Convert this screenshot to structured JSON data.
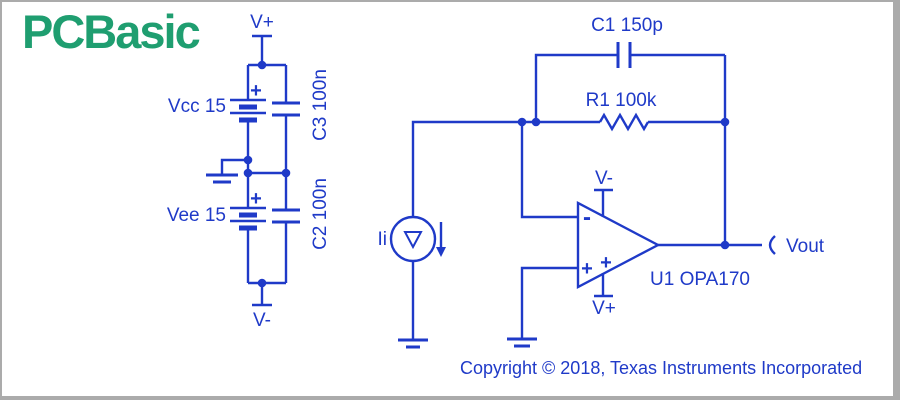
{
  "colors": {
    "wire_blue": "#1F3AC8",
    "logo_green": "#1F9E70",
    "frame_gray": "#ABABAB",
    "canvas_white": "#FFFFFF"
  },
  "logo": {
    "text": "PCBasic"
  },
  "power_supply": {
    "v_plus_terminal": "V+",
    "v_minus_terminal": "V-",
    "battery_vcc": {
      "label": "Vcc 15",
      "plus_mark": "+"
    },
    "battery_vee": {
      "label": "Vee 15",
      "plus_mark": "+"
    },
    "cap_c3_label": "C3 100n",
    "cap_c2_label": "C2 100n"
  },
  "amplifier": {
    "cap_c1_label": "C1 150p",
    "res_r1_label": "R1 100k",
    "current_source_label": "Ii",
    "opamp": {
      "name": "U1 OPA170",
      "neg_supply_label": "V-",
      "pos_supply_label": "V+",
      "inverting_mark": "-",
      "noninverting_mark": "+",
      "supply_plus_mark": "+"
    },
    "output_label": "Vout"
  },
  "footer": {
    "copyright": "Copyright © 2018, Texas Instruments Incorporated"
  }
}
